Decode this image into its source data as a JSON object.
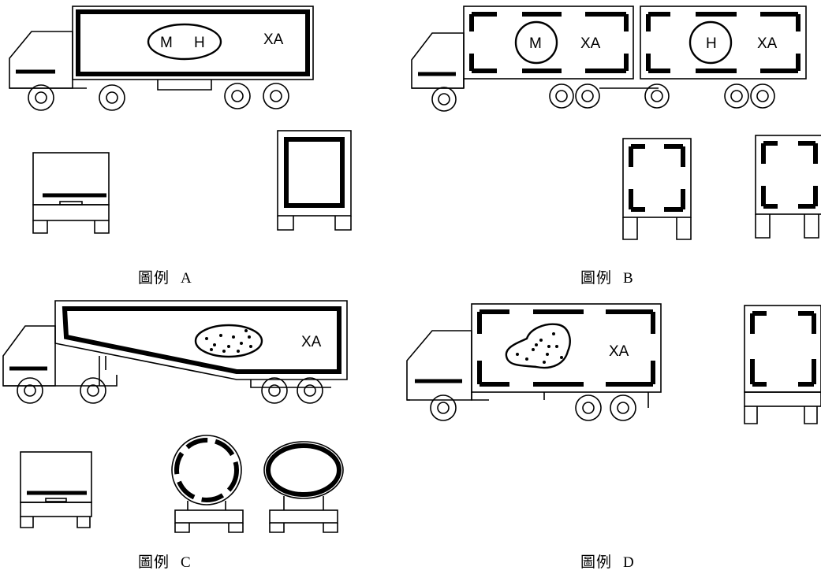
{
  "legend_word": "圖例",
  "figures": [
    {
      "letter": "A",
      "labels": [
        "M",
        "H",
        "XA"
      ]
    },
    {
      "letter": "B",
      "labels": [
        "M",
        "XA",
        "H",
        "XA"
      ]
    },
    {
      "letter": "C",
      "labels": [
        "XA"
      ]
    },
    {
      "letter": "D",
      "labels": [
        "XA"
      ]
    }
  ]
}
